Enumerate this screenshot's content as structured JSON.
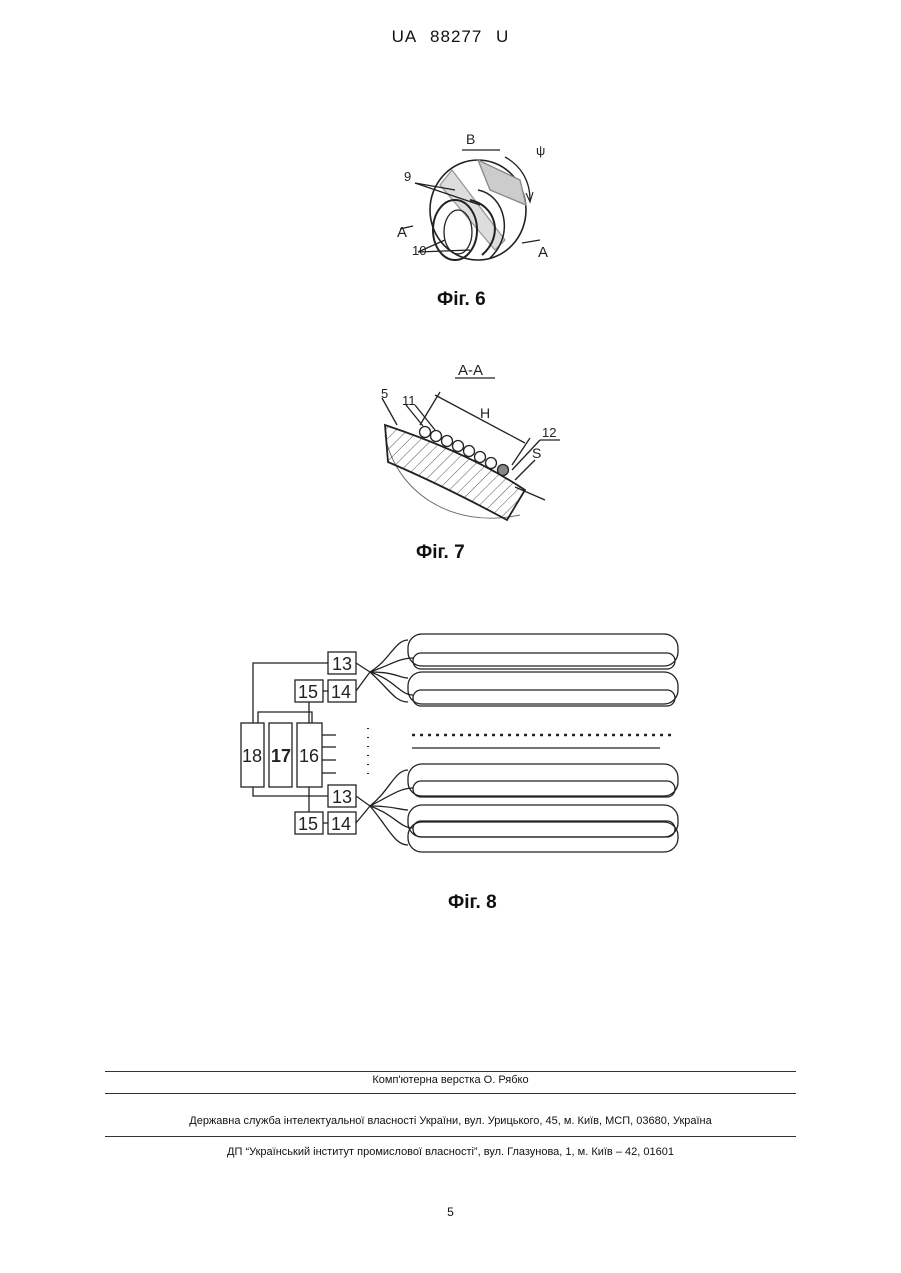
{
  "header": {
    "doc_id": "UA   88277   U"
  },
  "fig6": {
    "caption": "Фіг. 6",
    "labels": {
      "b": "B",
      "psi": "ψ",
      "n9": "9",
      "a_left": "A",
      "n10": "10",
      "a_right": "A"
    }
  },
  "fig7": {
    "caption": "Фіг. 7",
    "labels": {
      "section": "A-A",
      "n5": "5",
      "n11": "11",
      "h": "H",
      "n12": "12",
      "s": "S"
    }
  },
  "fig8": {
    "caption": "Фіг. 8",
    "blocks": {
      "b13_top": "13",
      "b15_top": "15",
      "b14_top": "14",
      "b18": "18",
      "b17": "17",
      "b16": "16",
      "b13_bot": "13",
      "b15_bot": "15",
      "b14_bot": "14"
    }
  },
  "footer": {
    "compositor": "Комп'ютерна верстка О. Рябко",
    "agency": "Державна служба інтелектуальної власності України, вул. Урицького, 45, м. Київ, МСП, 03680, Україна",
    "institute": "ДП “Український інститут промислової власності”, вул. Глазунова, 1, м. Київ – 42, 01601"
  },
  "page_number": "5"
}
